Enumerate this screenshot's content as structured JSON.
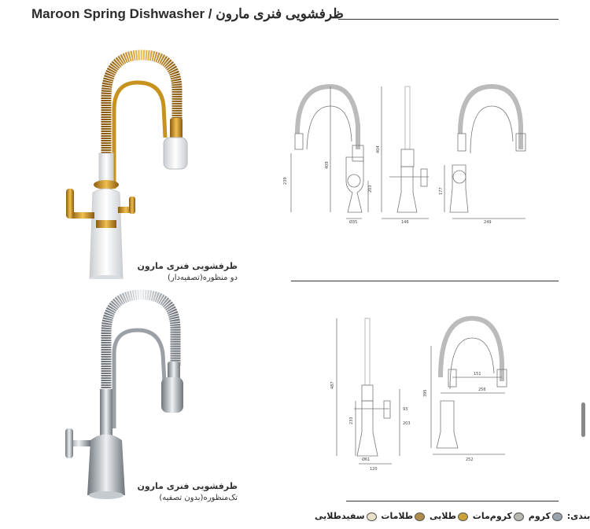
{
  "title": "Maroon Spring Dishwasher / ظرفشویی فنری مارون",
  "products": [
    {
      "name": "ظرفشویی فنری مارون",
      "subtitle": "دو منظوره(تصفیه‌دار)"
    },
    {
      "name": "ظرفشویی فنری مارون",
      "subtitle": "تک‌منظوره(بدون تصفیه)"
    }
  ],
  "dims1": {
    "d239": "239",
    "d409": "409",
    "d404": "404",
    "d203": "203",
    "d35": "Ø35",
    "d146": "146",
    "d177": "177",
    "d249": "249"
  },
  "dims2": {
    "d487": "487",
    "d233": "233",
    "d93": "93",
    "d203": "203",
    "d61": "Ø61",
    "d120": "120",
    "d395": "395",
    "d151": "151",
    "d256": "256",
    "d252": "252"
  },
  "colors": {
    "label": "رنگ‌بندی:",
    "items": [
      {
        "name": "کروم",
        "hex": "#9aa3ab"
      },
      {
        "name": "کروم‌مات",
        "hex": "#b8b8b0"
      },
      {
        "name": "طلایی",
        "hex": "#c9a23a"
      },
      {
        "name": "طلامات",
        "hex": "#b08d4a"
      },
      {
        "name": "سفیدطلایی",
        "hex": "#e9e2c8"
      }
    ]
  },
  "palette": {
    "gold": "#c8921e",
    "white": "#e9ecef",
    "chrome": "#a9aeb3"
  }
}
